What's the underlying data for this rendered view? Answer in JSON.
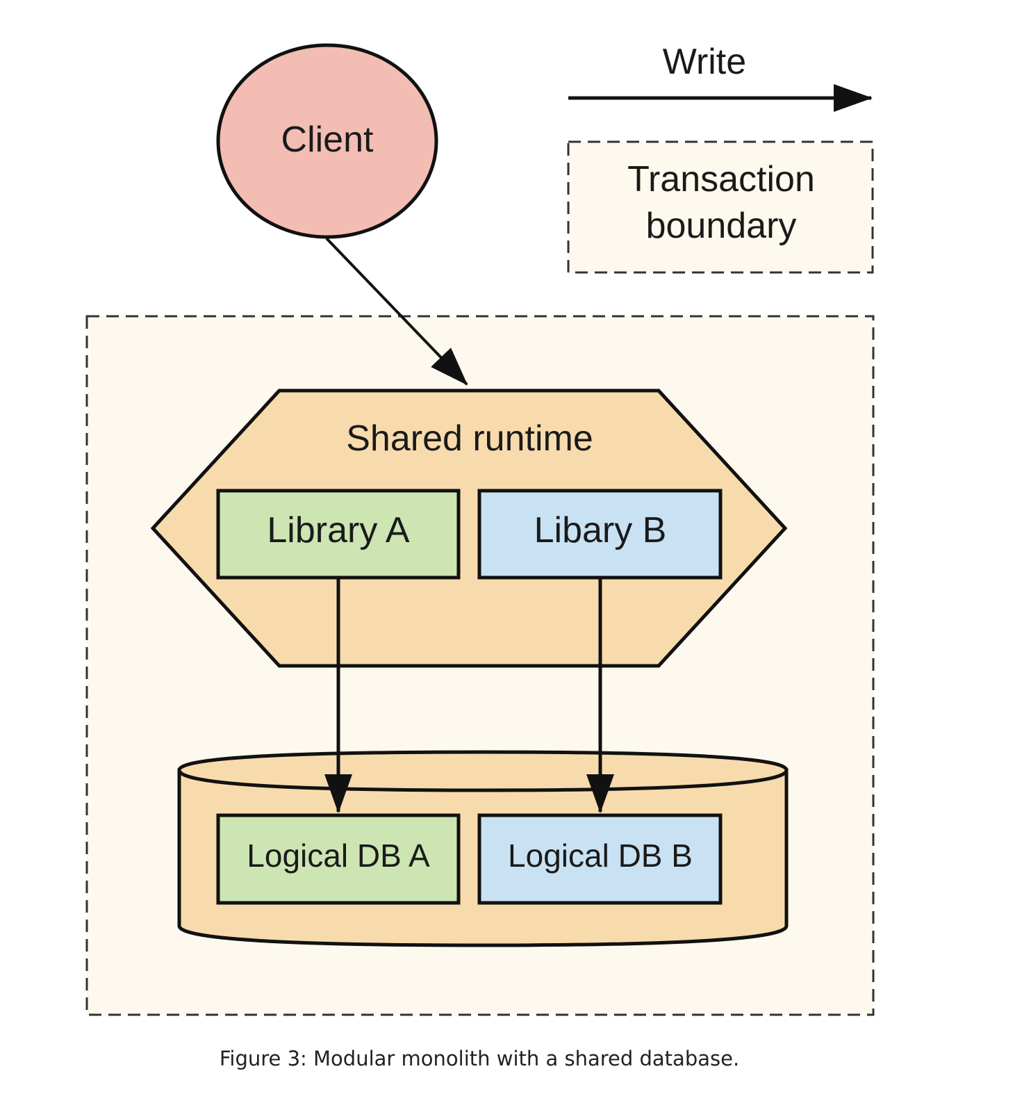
{
  "diagram": {
    "client": "Client",
    "legend": {
      "write_label": "Write",
      "transaction_line1": "Transaction",
      "transaction_line2": "boundary"
    },
    "shared_runtime": "Shared runtime",
    "library_a": "Library A",
    "library_b": "Libary B",
    "logical_db_a": "Logical DB A",
    "logical_db_b": "Logical DB B"
  },
  "caption": "Figure 3: Modular monolith with a shared database.",
  "colors": {
    "client_fill": "#f3bdb3",
    "boundary_fill": "#fdf9ee",
    "runtime_fill": "#f8dbad",
    "library_a_fill": "#cce5b2",
    "library_b_fill": "#c9e2f3",
    "stroke": "#111111"
  }
}
